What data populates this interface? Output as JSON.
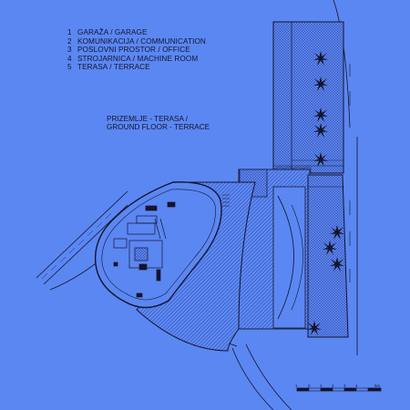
{
  "legend": [
    {
      "num": "1",
      "text": "GARAŽA / GARAGE"
    },
    {
      "num": "2",
      "text": "KOMUNIKACIJA / COMMUNICATION"
    },
    {
      "num": "3",
      "text": "POSLOVNI PROSTOR / OFFICE"
    },
    {
      "num": "4",
      "text": "STROJARNICA / MACHINE ROOM"
    },
    {
      "num": "5",
      "text": "TERASA / TERRACE"
    }
  ],
  "floor_title": {
    "line1": "PRIZEMLJE - TERASA /",
    "line2": "GROUND FLOOR - TERRACE"
  },
  "scale_bar": {
    "ticks": [
      "1",
      "0",
      "1",
      "2",
      "3",
      "4",
      "5m"
    ]
  },
  "colors": {
    "background": "#5b87f2",
    "line": "#14142e"
  }
}
